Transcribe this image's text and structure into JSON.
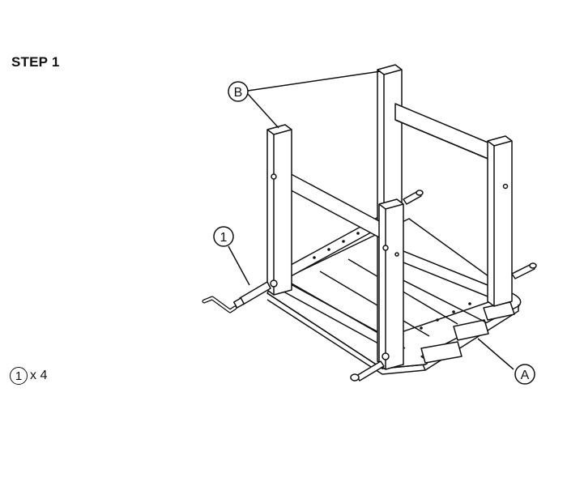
{
  "step": {
    "title": "STEP 1"
  },
  "callouts": {
    "part_one": "1",
    "label_a": "A",
    "label_b": "B"
  },
  "parts_list": {
    "part_number": "1",
    "quantity": "x 4"
  },
  "colors": {
    "line": "#111111",
    "fill": "#ffffff"
  }
}
